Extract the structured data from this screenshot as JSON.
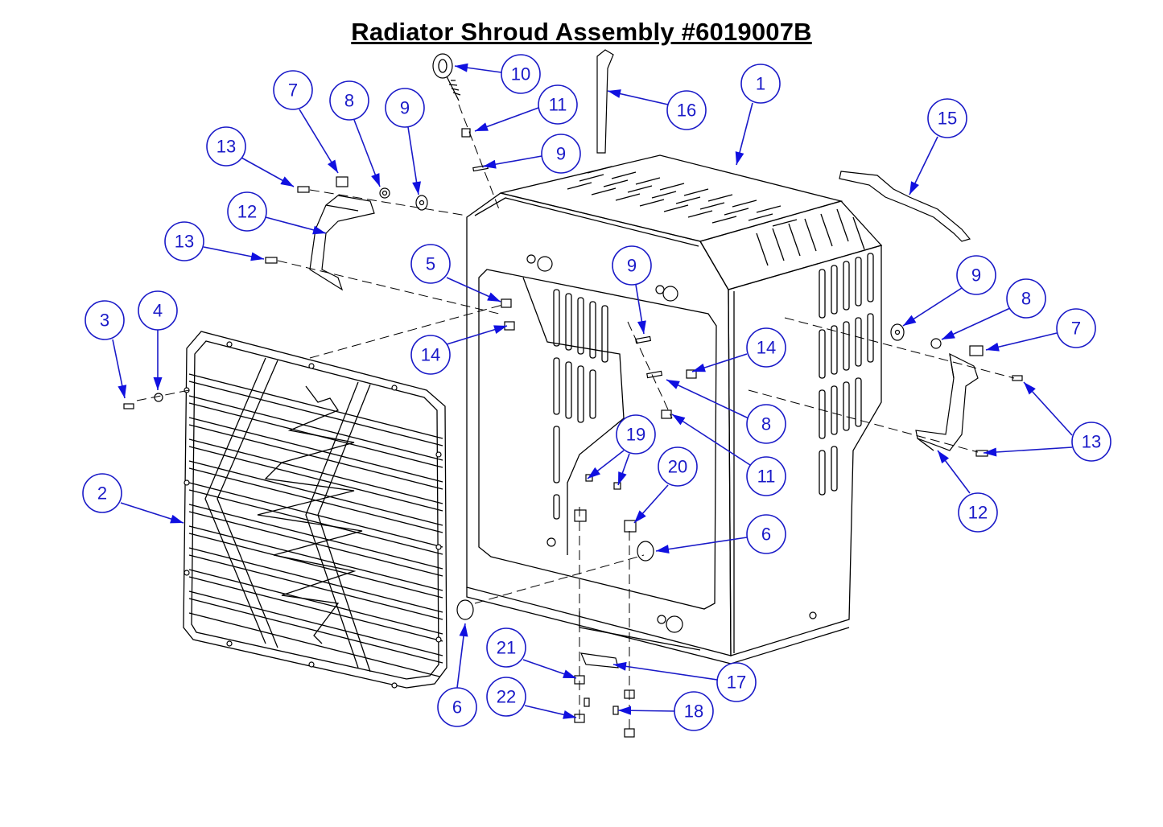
{
  "title": "Radiator Shroud Assembly #6019007B",
  "callouts": [
    {
      "label": "1"
    },
    {
      "label": "2"
    },
    {
      "label": "3"
    },
    {
      "label": "4"
    },
    {
      "label": "5"
    },
    {
      "label": "6"
    },
    {
      "label": "6"
    },
    {
      "label": "7"
    },
    {
      "label": "7"
    },
    {
      "label": "8"
    },
    {
      "label": "8"
    },
    {
      "label": "8"
    },
    {
      "label": "9"
    },
    {
      "label": "9"
    },
    {
      "label": "9"
    },
    {
      "label": "9"
    },
    {
      "label": "10"
    },
    {
      "label": "11"
    },
    {
      "label": "11"
    },
    {
      "label": "12"
    },
    {
      "label": "12"
    },
    {
      "label": "13"
    },
    {
      "label": "13"
    },
    {
      "label": "13"
    },
    {
      "label": "14"
    },
    {
      "label": "14"
    },
    {
      "label": "15"
    },
    {
      "label": "16"
    },
    {
      "label": "17"
    },
    {
      "label": "18"
    },
    {
      "label": "19"
    },
    {
      "label": "20"
    },
    {
      "label": "21"
    },
    {
      "label": "22"
    }
  ],
  "colors": {
    "callout": "#1a1ac8",
    "arrow": "#1010e0",
    "line": "#000000"
  }
}
